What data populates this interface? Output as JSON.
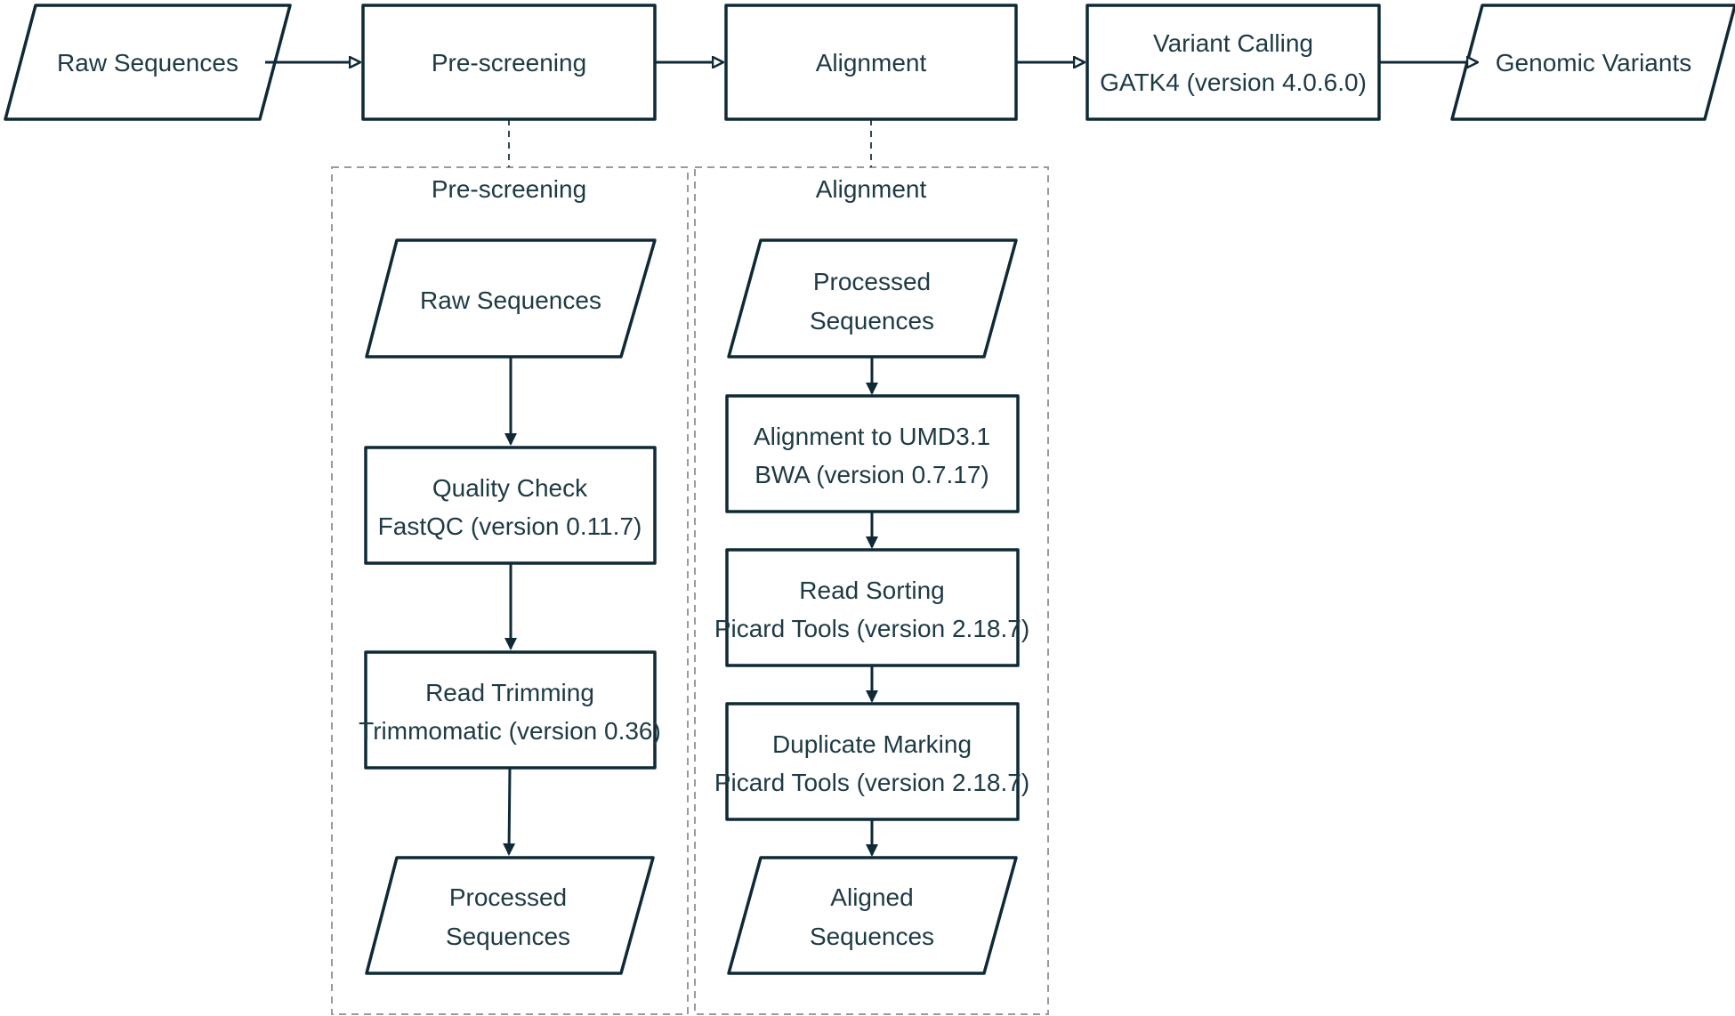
{
  "colors": {
    "stroke": "#0f2a36",
    "text": "#1e3a45",
    "group_border": "#9a9a9a"
  },
  "main_flow": {
    "raw_sequences": "Raw Sequences",
    "pre_screening": "Pre-screening",
    "alignment": "Alignment",
    "variant_calling": [
      "Variant Calling",
      "GATK4 (version 4.0.6.0)"
    ],
    "genomic_variants": "Genomic Variants"
  },
  "pre_screening_group": {
    "title": "Pre-screening",
    "raw_sequences": "Raw Sequences",
    "quality_check": [
      "Quality Check",
      "FastQC (version 0.11.7)"
    ],
    "read_trimming": [
      "Read Trimming",
      "Trimmomatic (version 0.36)"
    ],
    "processed_sequences": [
      "Processed",
      "Sequences"
    ]
  },
  "alignment_group": {
    "title": "Alignment",
    "processed_sequences": [
      "Processed",
      "Sequences"
    ],
    "alignment_umd": [
      "Alignment to UMD3.1",
      "BWA (version 0.7.17)"
    ],
    "read_sorting": [
      "Read Sorting",
      "Picard Tools (version 2.18.7)"
    ],
    "duplicate_marking": [
      "Duplicate Marking",
      "Picard Tools (version 2.18.7)"
    ],
    "aligned_sequences": [
      "Aligned",
      "Sequences"
    ]
  }
}
